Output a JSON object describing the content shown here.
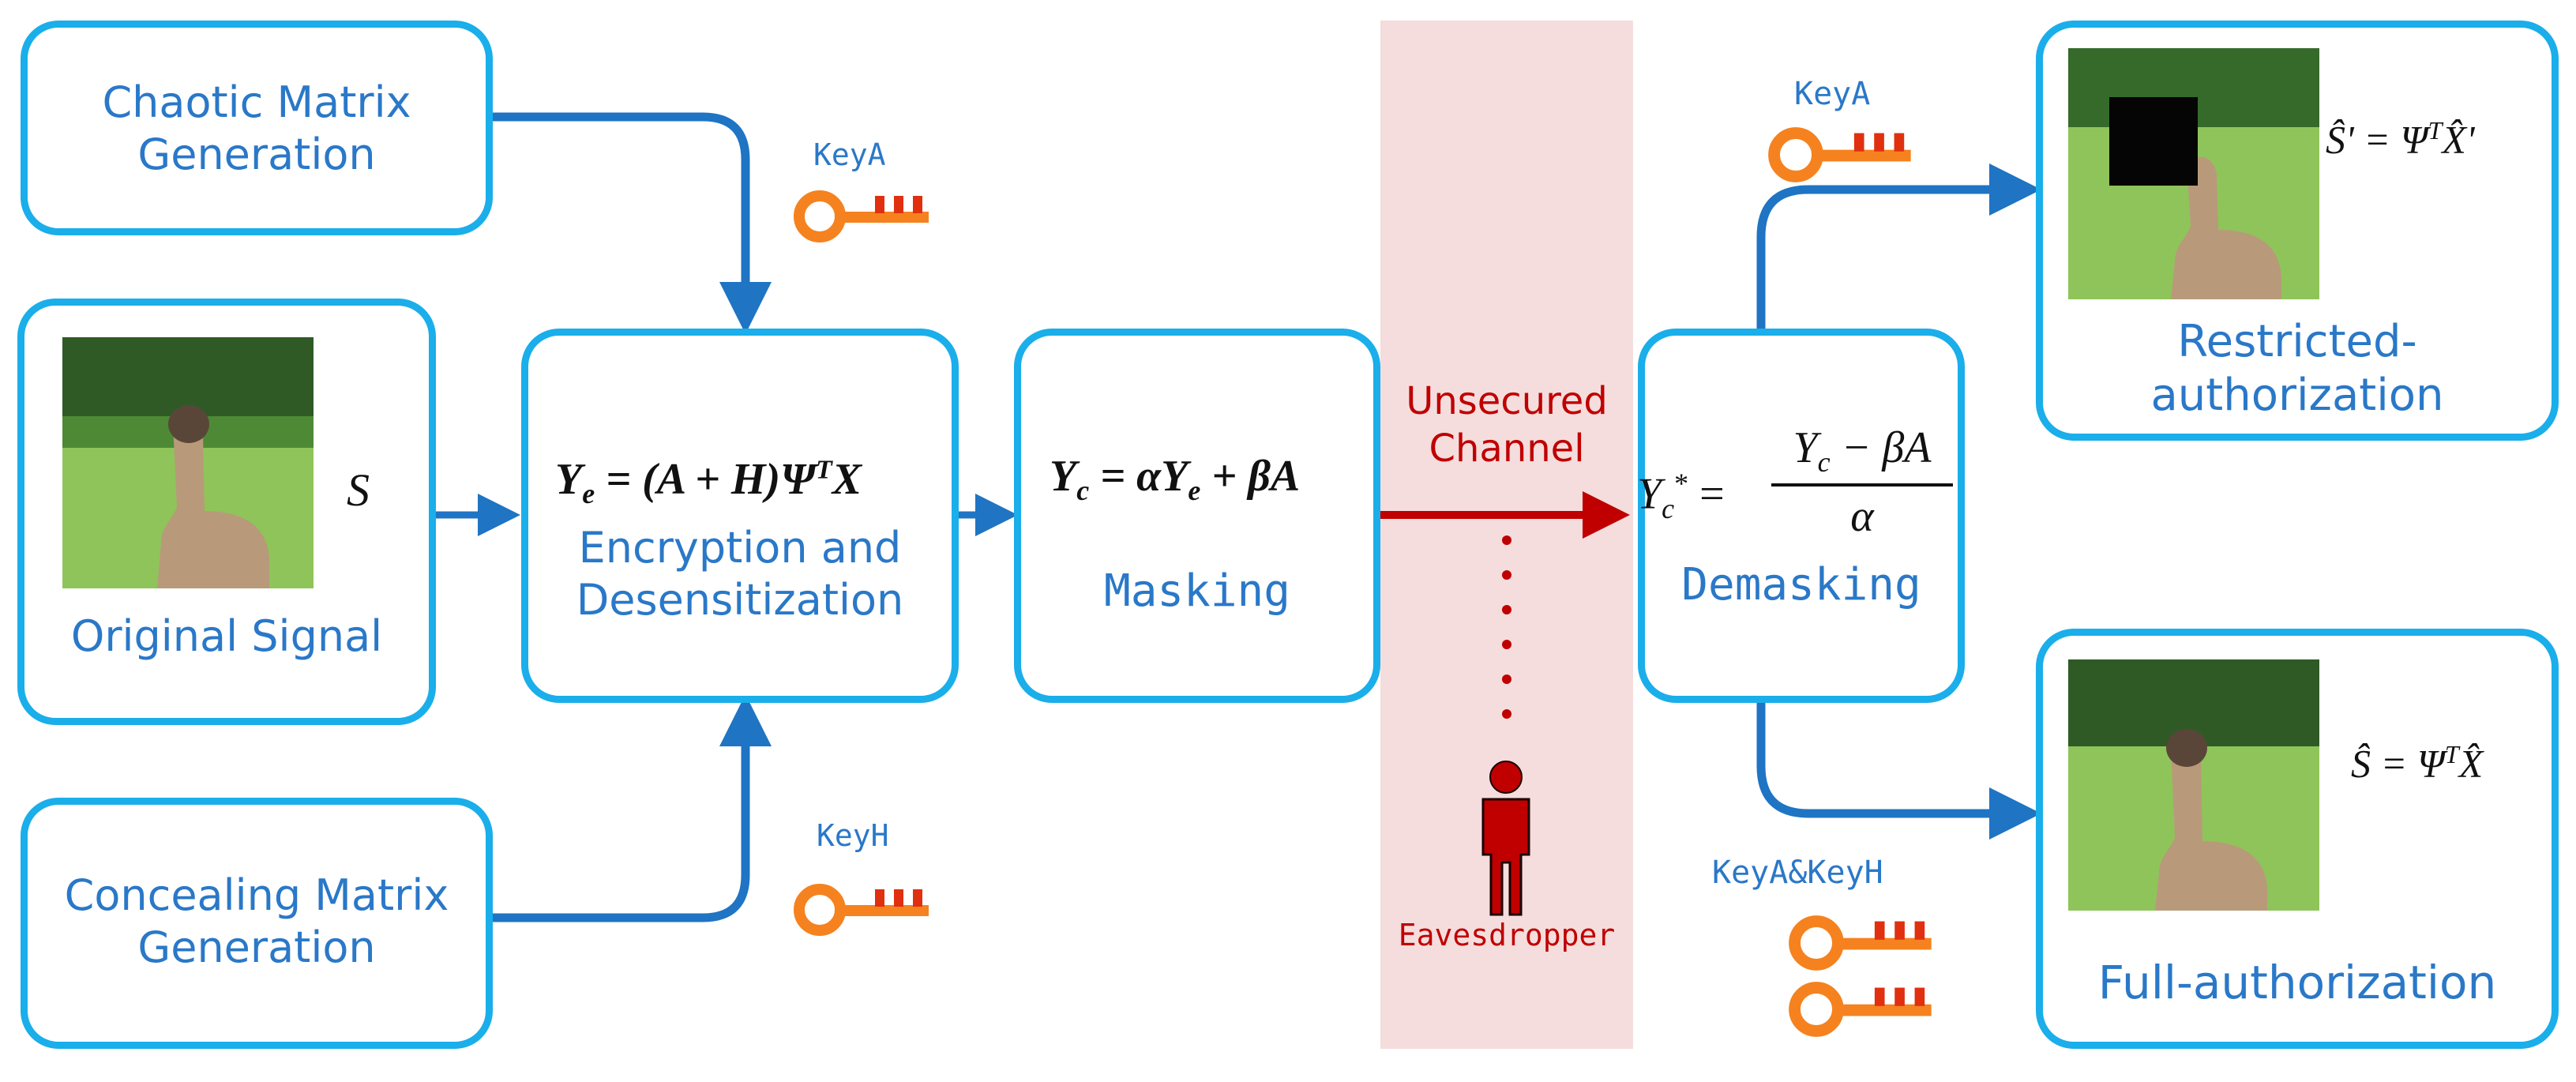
{
  "left_boxes": {
    "chaotic": {
      "line1": "Chaotic Matrix",
      "line2": "Generation"
    },
    "original": {
      "label": "Original Signal",
      "symbol": "S"
    },
    "concealing": {
      "line1": "Concealing Matrix",
      "line2": "Generation"
    }
  },
  "encryption": {
    "formula_lhs": "Y",
    "formula_sub": "e",
    "formula_rhs": " = (A + H)Ψ",
    "formula_sup": "T",
    "formula_tail": "X",
    "line1": "Encryption and",
    "line2": "Desensitization"
  },
  "masking": {
    "formula": "Y",
    "formula_sub": "c",
    "formula_rest": " = αY",
    "formula_sub2": "e",
    "formula_tail": " + βA",
    "label": "Masking"
  },
  "channel": {
    "line1": "Unsecured",
    "line2": "Channel",
    "eavesdropper": "Eavesdropper"
  },
  "demasking": {
    "lhs": "Y",
    "lhs_sub": "c",
    "lhs_sup": "*",
    "numerator": "Y",
    "numerator_sub": "c",
    "numerator_tail": " − βA",
    "denominator": "α",
    "label": "Demasking"
  },
  "keys": {
    "key_a_top": "KeyA",
    "key_h": "KeyH",
    "key_a_right": "KeyA",
    "key_ah": "KeyA&KeyH"
  },
  "restricted": {
    "line1": "Restricted-",
    "line2": "authorization",
    "formula": "Ŝ' = Ψ",
    "formula_sup": "T",
    "formula_tail": "X̂'"
  },
  "full": {
    "label": "Full-authorization",
    "formula": "Ŝ = Ψ",
    "formula_sup": "T",
    "formula_tail": "X̂"
  },
  "colors": {
    "box_border": "#1aaeea",
    "arrow_blue": "#1f74c4",
    "label_blue": "#2a78c8",
    "channel_red": "#c00000",
    "channel_band": "#f5dddd",
    "key_orange": "#f5821f"
  }
}
